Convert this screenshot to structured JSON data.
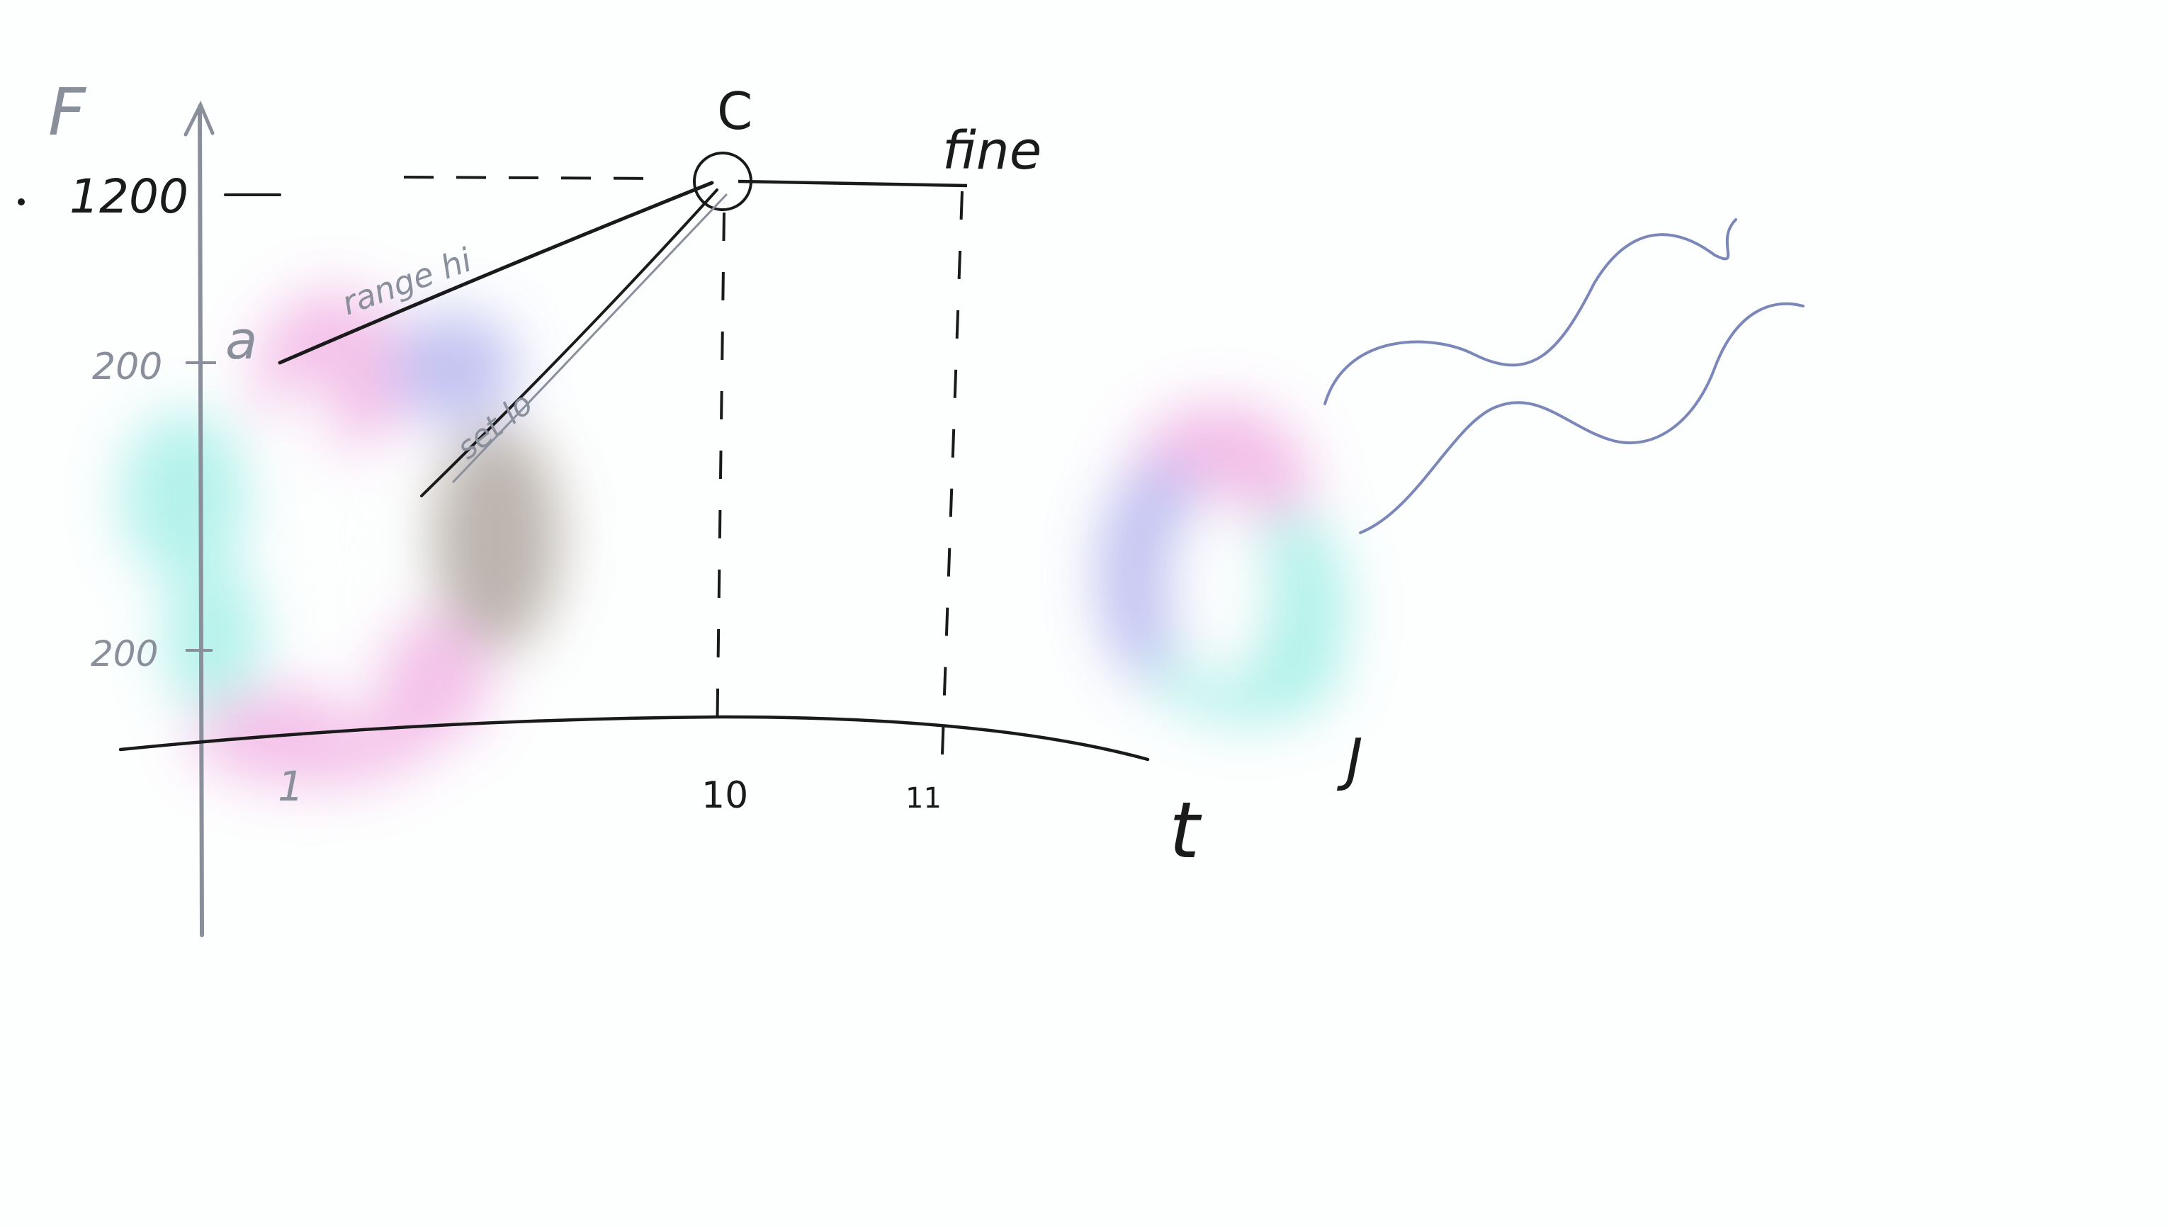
{
  "colors": {
    "background": "#fdfefe",
    "axis": "#8a8f9c",
    "ink": "#1a1a1a",
    "wave": "#7b87b8",
    "blob_pink": "#f3b7e6",
    "blob_lavender": "#b9b9f0",
    "blob_cyan": "#a8f0e8",
    "blob_grey": "#b0a8a0"
  },
  "diagram": {
    "y_axis_label": "F",
    "x_axis_label": "t",
    "x_axis_end_mark": "J",
    "point_a_label": "a",
    "point_c_label": "C",
    "fine_label": "fine",
    "y_ticks": [
      "1200",
      "200",
      "200"
    ],
    "x_ticks": [
      "1",
      "10",
      "11"
    ],
    "upper_path_label": "range hi",
    "lower_path_label": "set lo"
  }
}
